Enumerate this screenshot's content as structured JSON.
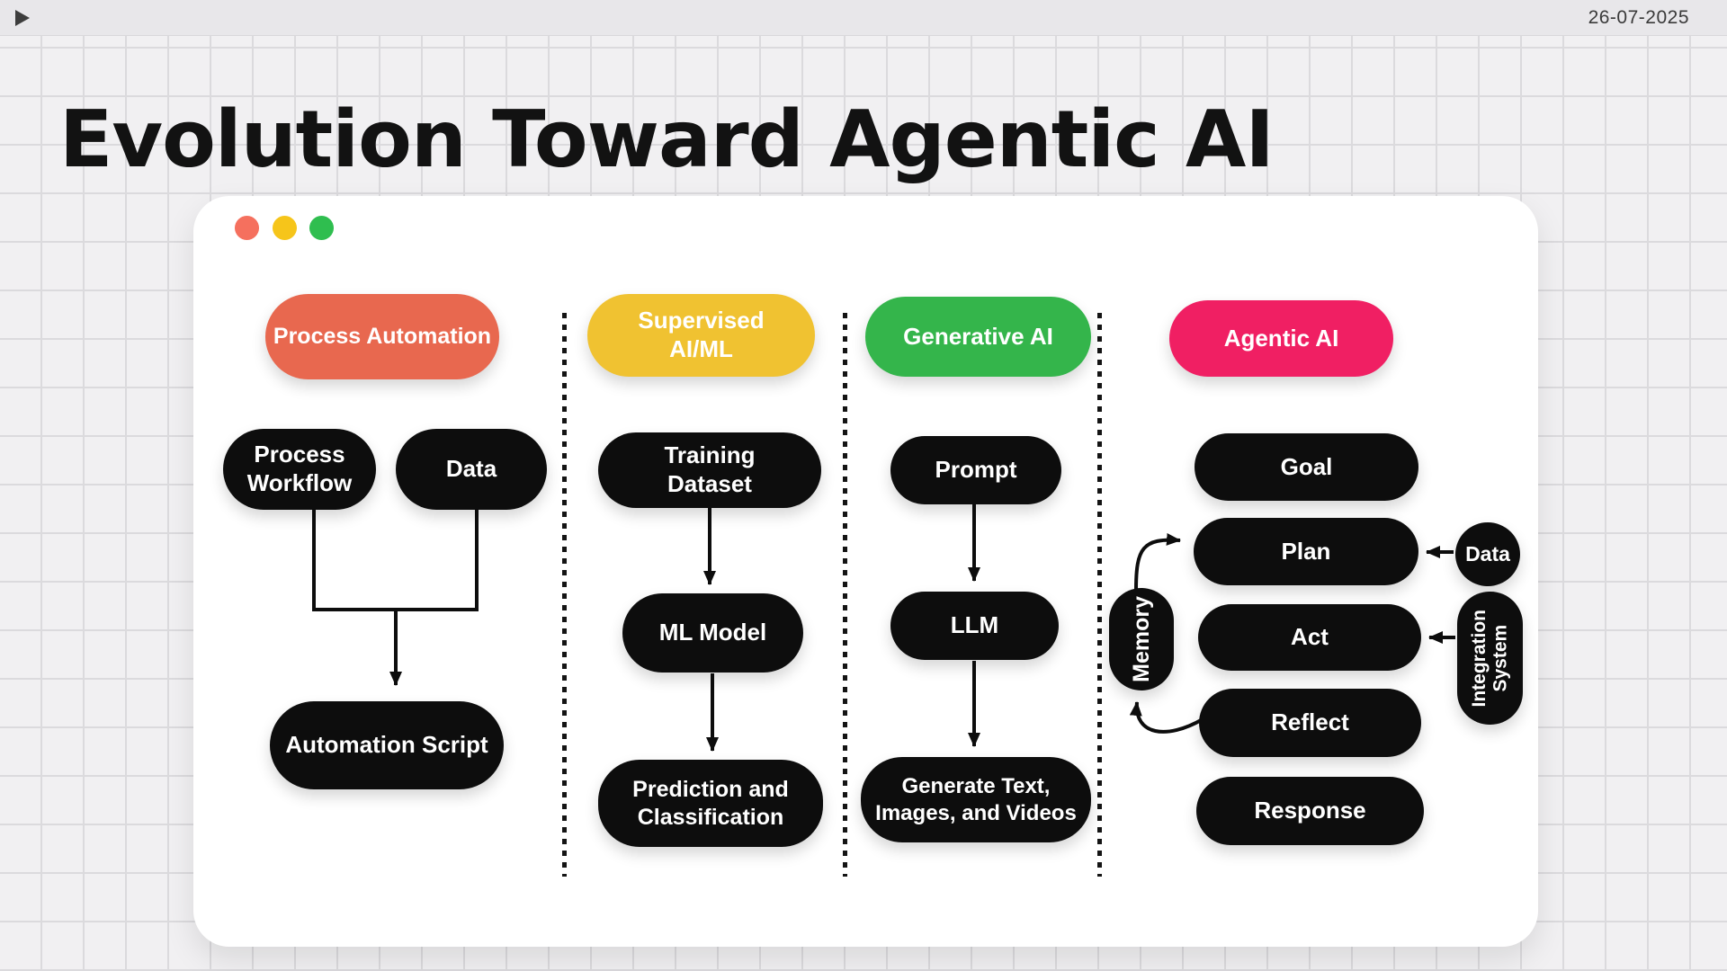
{
  "topbar": {
    "date": "26-07-2025",
    "play_icon": "play-triangle"
  },
  "slide": {
    "title": "Evolution Toward Agentic AI"
  },
  "window_controls": {
    "red": "#f5705e",
    "yellow": "#f6c51a",
    "green": "#2fbe4f"
  },
  "palette": {
    "node_black": "#0d0d0d",
    "arrow_color": "#0d0d0d",
    "divider_color": "#141414",
    "card_bg": "#ffffff",
    "page_bg": "#f1f0f2"
  },
  "columns": [
    {
      "header": {
        "label": "Process Automation",
        "color": "#e8684f"
      },
      "nodes": {
        "process_workflow": {
          "lines": [
            "Process",
            "Workflow"
          ]
        },
        "data": {
          "lines": [
            "Data"
          ]
        },
        "automation_script": {
          "lines": [
            "Automation Script"
          ]
        }
      }
    },
    {
      "header": {
        "label": "Supervised AI/ML",
        "lines": [
          "Supervised",
          "AI/ML"
        ],
        "color": "#f0c231"
      },
      "nodes": {
        "training_dataset": {
          "lines": [
            "Training",
            "Dataset"
          ]
        },
        "ml_model": {
          "lines": [
            "ML Model"
          ]
        },
        "prediction_classification": {
          "lines": [
            "Prediction and",
            "Classification"
          ]
        }
      }
    },
    {
      "header": {
        "label": "Generative AI",
        "color": "#34b54b"
      },
      "nodes": {
        "prompt": {
          "lines": [
            "Prompt"
          ]
        },
        "llm": {
          "lines": [
            "LLM"
          ]
        },
        "generate_outputs": {
          "lines": [
            "Generate Text,",
            "Images, and Videos"
          ]
        }
      }
    },
    {
      "header": {
        "label": "Agentic AI",
        "color": "#f01f63"
      },
      "nodes": {
        "goal": {
          "lines": [
            "Goal"
          ]
        },
        "plan": {
          "lines": [
            "Plan"
          ]
        },
        "act": {
          "lines": [
            "Act"
          ]
        },
        "reflect": {
          "lines": [
            "Reflect"
          ]
        },
        "response": {
          "lines": [
            "Response"
          ]
        },
        "data": {
          "lines": [
            "Data"
          ]
        },
        "memory": {
          "lines": [
            "Memory"
          ]
        },
        "system_integration": {
          "label": "System Integration",
          "lines": [
            "System",
            "Integration"
          ]
        }
      }
    }
  ]
}
